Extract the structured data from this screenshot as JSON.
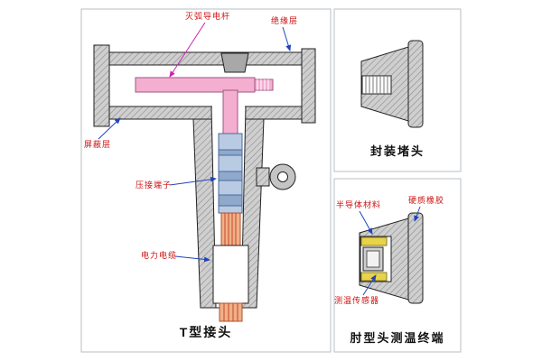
{
  "diagram": {
    "t_joint": {
      "caption": "T型接头",
      "labels": {
        "arc_rod": "灭弧导电杆",
        "insulation_layer": "绝缘层",
        "shield_layer": "屏蔽层",
        "crimp_terminal": "压接端子",
        "power_cable": "电力电缆"
      }
    },
    "sealing_plug": {
      "caption": "封装堵头"
    },
    "elbow_terminal": {
      "caption": "肘型头测温终端",
      "labels": {
        "semiconductor_material": "半导体材料",
        "hard_rubber": "硬质橡胶",
        "temperature_sensor": "测温传感器"
      }
    },
    "colors": {
      "label_red": "#cc1111",
      "leader_blue": "#2244bb",
      "leader_magenta": "#cc22aa",
      "rod_pink": "#f3aed0",
      "connector_blue": "#b9cbe3",
      "strand_orange": "#f0b088",
      "semiconductor_yellow": "#e8d44a",
      "metal_gray": "#cfcfcf",
      "panel_border": "#b9bfc6"
    }
  }
}
